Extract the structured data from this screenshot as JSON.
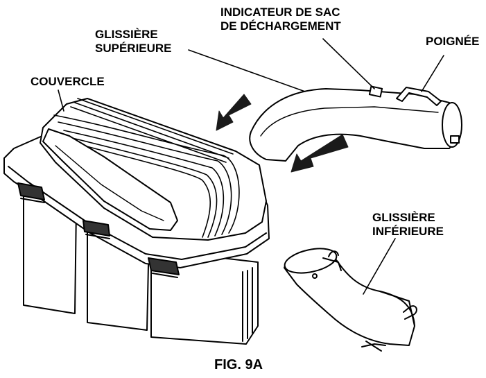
{
  "labels": {
    "indicateur_line1": "INDICATEUR DE SAC",
    "indicateur_line2": "DE DÉCHARGEMENT",
    "glissiere_sup_line1": "GLISSIÈRE",
    "glissiere_sup_line2": "SUPÉRIEURE",
    "poignee": "POIGNÉE",
    "couvercle": "COUVERCLE",
    "glissiere_inf_line1": "GLISSIÈRE",
    "glissiere_inf_line2": "INFÉRIEURE"
  },
  "caption": "FIG. 9A",
  "colors": {
    "line": "#000000",
    "fill": "#ffffff",
    "arrow": "#1a1a1a"
  }
}
